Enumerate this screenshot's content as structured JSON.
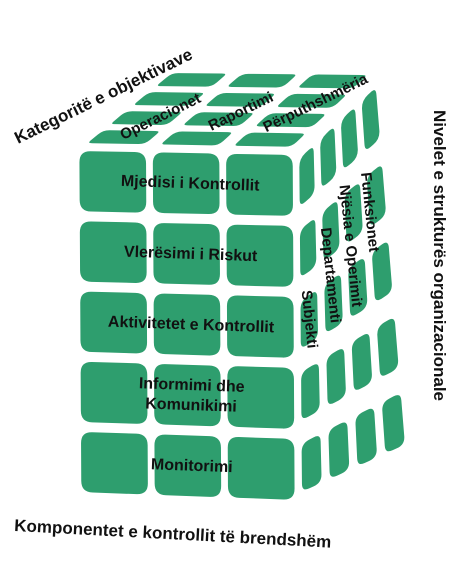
{
  "colors": {
    "tile": "#2e9e6e",
    "edge": "#ffffff",
    "text": "#111111"
  },
  "axes": {
    "top_left": "Kategoritë e objektivave",
    "right": "Nivelet e strukturës organizacionale",
    "bottom": "Komponentet e kontrollit të brendshëm"
  },
  "top_labels": [
    "Operacionet",
    "Raportimi",
    "Përputhshmëria"
  ],
  "components": [
    [
      "Mjedisi i Kontrollit"
    ],
    [
      "Vlerësimi i Riskut"
    ],
    [
      "Aktivitetet e Kontrollit"
    ],
    [
      "Informimi dhe",
      "Komunikimi"
    ],
    [
      "Monitorimi"
    ]
  ],
  "side_labels": [
    "Subjekti",
    "Departamenti",
    "Njësia e Operimit",
    "Funksionet"
  ]
}
